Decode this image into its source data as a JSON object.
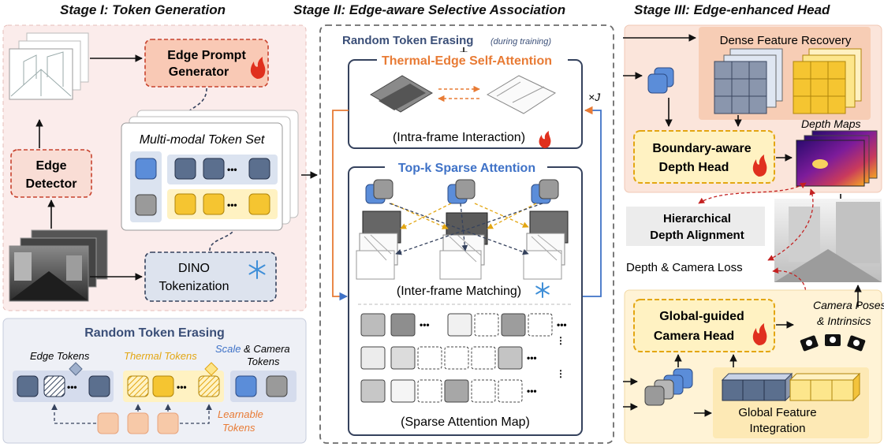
{
  "stage_titles": [
    "Stage I: Token Generation",
    "Stage II: Edge-aware Selective Association",
    "Stage III: Edge-enhanced Head"
  ],
  "stage1": {
    "edge_prompt_generator": [
      "Edge Prompt",
      "Generator"
    ],
    "edge_detector": [
      "Edge",
      "Detector"
    ],
    "token_set_title": "Multi-modal Token Set",
    "dino": [
      "DINO",
      "Tokenization"
    ],
    "ellipsis": "•••"
  },
  "rte_panel": {
    "title": "Random Token Erasing",
    "edge_tokens": "Edge Tokens",
    "thermal_tokens": "Thermal Tokens",
    "scale_word": "Scale",
    "camera_word": " & Camera",
    "tokens_word": "Tokens",
    "learnable": [
      "Learnable",
      "Tokens"
    ]
  },
  "stage2": {
    "rte_header": "Random Token Erasing",
    "rte_note": "(during training)",
    "tesa_title": "Thermal-Edge Self-Attention",
    "intra": "(Intra-frame Interaction)",
    "loop": "×J",
    "topk_title": "Top-k Sparse Attention",
    "inter": "(Inter-frame Matching)",
    "sparse_map": "(Sparse Attention Map)"
  },
  "stage3": {
    "dense_recovery": "Dense Feature Recovery",
    "depth_maps": "Depth Maps",
    "boundary_head": [
      "Boundary-aware",
      "Depth Head"
    ],
    "hier_align": [
      "Hierarchical",
      "Depth Alignment"
    ],
    "depth_cam_loss": "Depth & Camera Loss",
    "camera_poses": [
      "Camera Poses",
      "& Intrinsics"
    ],
    "camera_head": [
      "Global-guided",
      "Camera Head"
    ],
    "global_integration": [
      "Global Feature",
      "Integration"
    ]
  },
  "colors": {
    "edge_token": "#5b6f8e",
    "thermal_token": "#f5c531",
    "scale_token": "#5b8dd9",
    "camera_token": "#9a9a9a",
    "learnable_token": "#f7c9a8",
    "orange_accent": "#e87b35",
    "blue_accent": "#3f72c7",
    "flame": "#e0301e",
    "snowflake": "#3f8fd8"
  }
}
